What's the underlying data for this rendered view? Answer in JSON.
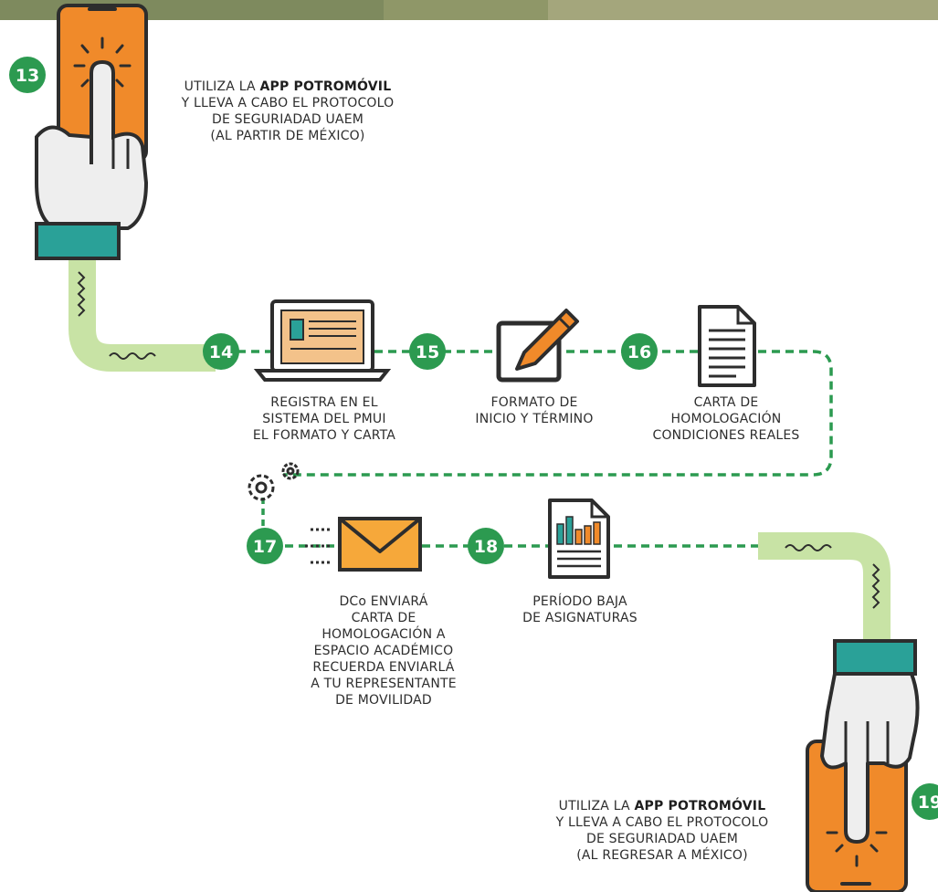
{
  "colors": {
    "green": "#2c9a50",
    "light_green": "#c8e3a5",
    "orange": "#f08a2a",
    "teal": "#2aa198",
    "dark": "#2d2d2d",
    "paper": "#ffffff"
  },
  "steps": [
    {
      "num": "13",
      "icon": "phone-hand-icon",
      "lines": [
        {
          "pre": "UTILIZA LA ",
          "bold": "APP POTROMÓVIL"
        },
        {
          "pre": "Y LLEVA A CABO EL PROTOCOLO",
          "bold": ""
        },
        {
          "pre": "DE SEGURIADAD UAEM",
          "bold": ""
        },
        {
          "pre": "(AL PARTIR DE MÉXICO)",
          "bold": ""
        }
      ]
    },
    {
      "num": "14",
      "icon": "laptop-icon",
      "lines": [
        "REGISTRA EN EL",
        "SISTEMA DEL PMUI",
        "EL FORMATO Y CARTA"
      ]
    },
    {
      "num": "15",
      "icon": "pencil-square-icon",
      "lines": [
        "FORMATO DE",
        "INICIO Y TÉRMINO"
      ]
    },
    {
      "num": "16",
      "icon": "document-icon",
      "lines": [
        "CARTA DE",
        "HOMOLOGACIÓN",
        "CONDICIONES REALES"
      ]
    },
    {
      "num": "17",
      "icon": "envelope-icon",
      "lines": [
        "DCo ENVIARÁ",
        "CARTA DE",
        "HOMOLOGACIÓN A",
        "ESPACIO ACADÉMICO",
        "RECUERDA ENVIARLÁ",
        "A TU REPRESENTANTE",
        "DE MOVILIDAD"
      ]
    },
    {
      "num": "18",
      "icon": "bar-chart-document-icon",
      "lines": [
        "PERÍODO BAJA",
        "DE ASIGNATURAS"
      ]
    },
    {
      "num": "19",
      "icon": "phone-hand-icon",
      "lines": [
        {
          "pre": "UTILIZA LA ",
          "bold": "APP POTROMÓVIL"
        },
        {
          "pre": "Y LLEVA A CABO EL PROTOCOLO",
          "bold": ""
        },
        {
          "pre": "DE SEGURIADAD UAEM",
          "bold": ""
        },
        {
          "pre": "(AL REGRESAR A MÉXICO)",
          "bold": ""
        }
      ]
    }
  ],
  "decor_icons": [
    "gears-icon"
  ]
}
